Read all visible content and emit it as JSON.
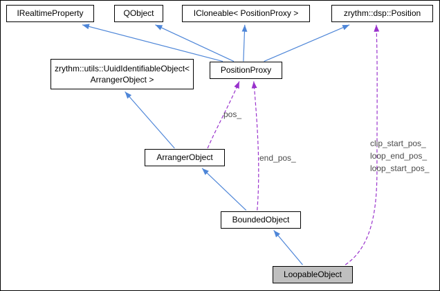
{
  "diagram": {
    "type": "class-collaboration-diagram",
    "nodes": [
      {
        "label": "IRealtimeProperty",
        "highlighted": false
      },
      {
        "label": "QObject",
        "highlighted": false
      },
      {
        "label": "ICloneable< PositionProxy >",
        "highlighted": false
      },
      {
        "label": "zrythm::dsp::Position",
        "highlighted": false
      },
      {
        "label": "zrythm::utils::UuidIdentifiableObject< ArrangerObject >",
        "highlighted": false
      },
      {
        "label": "PositionProxy",
        "highlighted": false
      },
      {
        "label": "ArrangerObject",
        "highlighted": false
      },
      {
        "label": "BoundedObject",
        "highlighted": false
      },
      {
        "label": "LoopableObject",
        "highlighted": true
      }
    ],
    "edges": {
      "inheritance": [
        {
          "from": "PositionProxy",
          "to": "IRealtimeProperty"
        },
        {
          "from": "PositionProxy",
          "to": "QObject"
        },
        {
          "from": "PositionProxy",
          "to": "ICloneable< PositionProxy >"
        },
        {
          "from": "PositionProxy",
          "to": "zrythm::dsp::Position"
        },
        {
          "from": "ArrangerObject",
          "to": "zrythm::utils::UuidIdentifiableObject< ArrangerObject >"
        },
        {
          "from": "BoundedObject",
          "to": "ArrangerObject"
        },
        {
          "from": "LoopableObject",
          "to": "BoundedObject"
        }
      ],
      "usage": [
        {
          "from": "ArrangerObject",
          "to": "PositionProxy",
          "label": "pos_"
        },
        {
          "from": "BoundedObject",
          "to": "PositionProxy",
          "label": "end_pos_"
        },
        {
          "from": "LoopableObject",
          "to": "zrythm::dsp::Position",
          "label": "clip_start_pos_\nloop_end_pos_\nloop_start_pos_"
        }
      ]
    },
    "colors": {
      "inheritance_edge": "#4e86d8",
      "usage_edge": "#9932cc",
      "highlight_fill": "#bfbfbf",
      "edge_label_text": "#4a4a4a",
      "node_border": "#000000"
    }
  }
}
